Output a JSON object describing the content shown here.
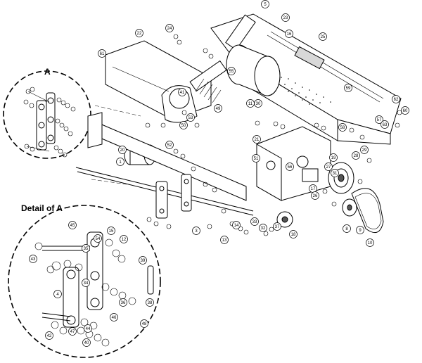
{
  "labels": {
    "detail_marker": "A",
    "detail_title": "Detail of A"
  },
  "callouts": [
    "1",
    "3",
    "4",
    "5",
    "8",
    "9",
    "10",
    "11",
    "12",
    "13",
    "14",
    "15",
    "16",
    "17",
    "18",
    "19",
    "20",
    "21",
    "22",
    "23",
    "24",
    "25",
    "26",
    "27",
    "28",
    "29",
    "30",
    "31",
    "32",
    "33",
    "34",
    "35",
    "36",
    "37",
    "38",
    "39",
    "40",
    "41",
    "42",
    "43",
    "44",
    "45",
    "46",
    "47",
    "48",
    "49",
    "50",
    "51",
    "52",
    "53",
    "54",
    "55",
    "56",
    "57",
    "58",
    "59",
    "60",
    "61",
    "62",
    "63"
  ]
}
